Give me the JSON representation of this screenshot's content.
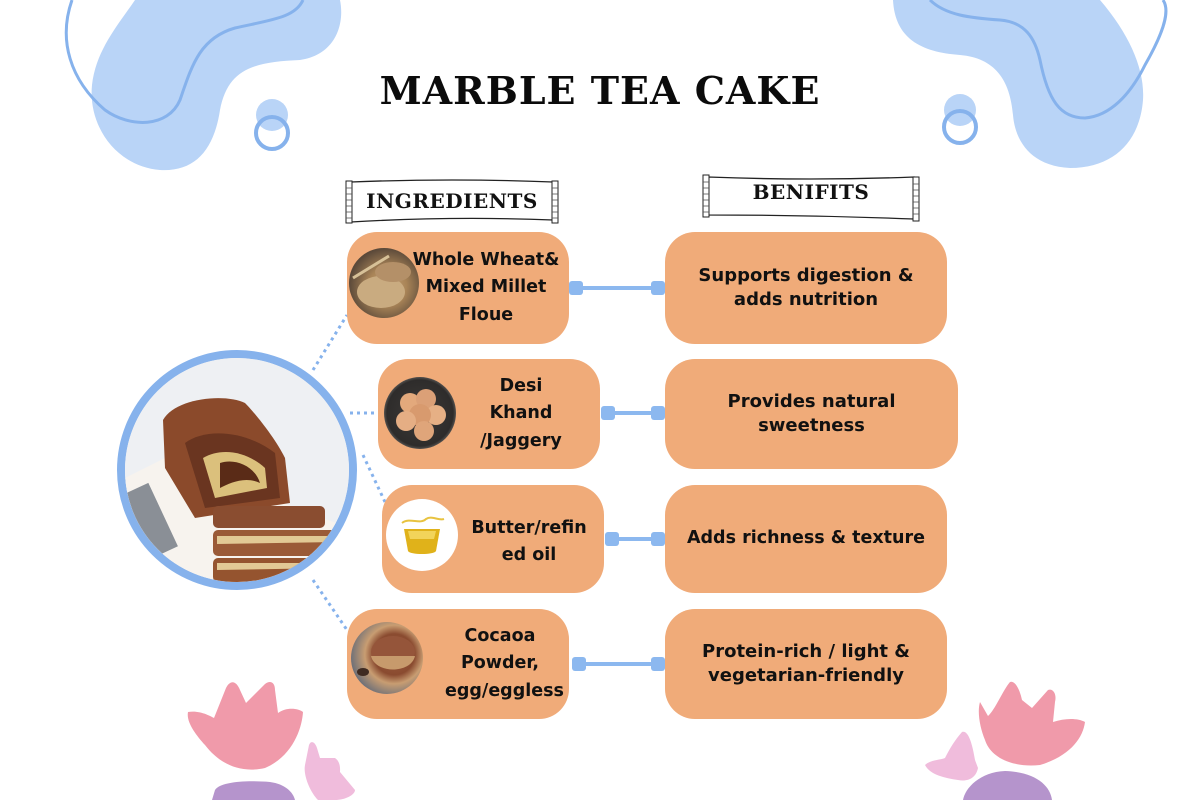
{
  "title": "MARBLE TEA CAKE",
  "headers": {
    "ingredients": "INGREDIENTS",
    "benefits": "BENIFITS"
  },
  "hero_image": {
    "icon": "marble-cake-photo",
    "alt": "Sliced marble tea cake loaf"
  },
  "rows": [
    {
      "ingredient": "Whole Wheat&\nMixed Millet\nFloue",
      "ingredient_icon": "wheat-grain-bowl-photo",
      "benefit": "Supports digestion &\nadds nutrition"
    },
    {
      "ingredient": "Desi\nKhand\n/Jaggery",
      "ingredient_icon": "jaggery-bowl-photo",
      "benefit": "Provides natural\nsweetness"
    },
    {
      "ingredient": "Butter/refin\ned oil",
      "ingredient_icon": "oil-bowl-photo",
      "benefit": "Adds richness & texture"
    },
    {
      "ingredient": "Cocaoa\nPowder,\negg/eggless",
      "ingredient_icon": "cocoa-powder-bowl-photo",
      "benefit": "Protein-rich / light &\nvegetarian-friendly"
    }
  ],
  "colors": {
    "box_fill": "#f0ab79",
    "connector": "#8cb8ef",
    "blob_fill": "#b9d4f7",
    "blob_stroke": "#86b2ec",
    "flower_pink": "#f09aaa",
    "flower_light_pink": "#f0bcdc",
    "flower_purple": "#b594cc"
  }
}
